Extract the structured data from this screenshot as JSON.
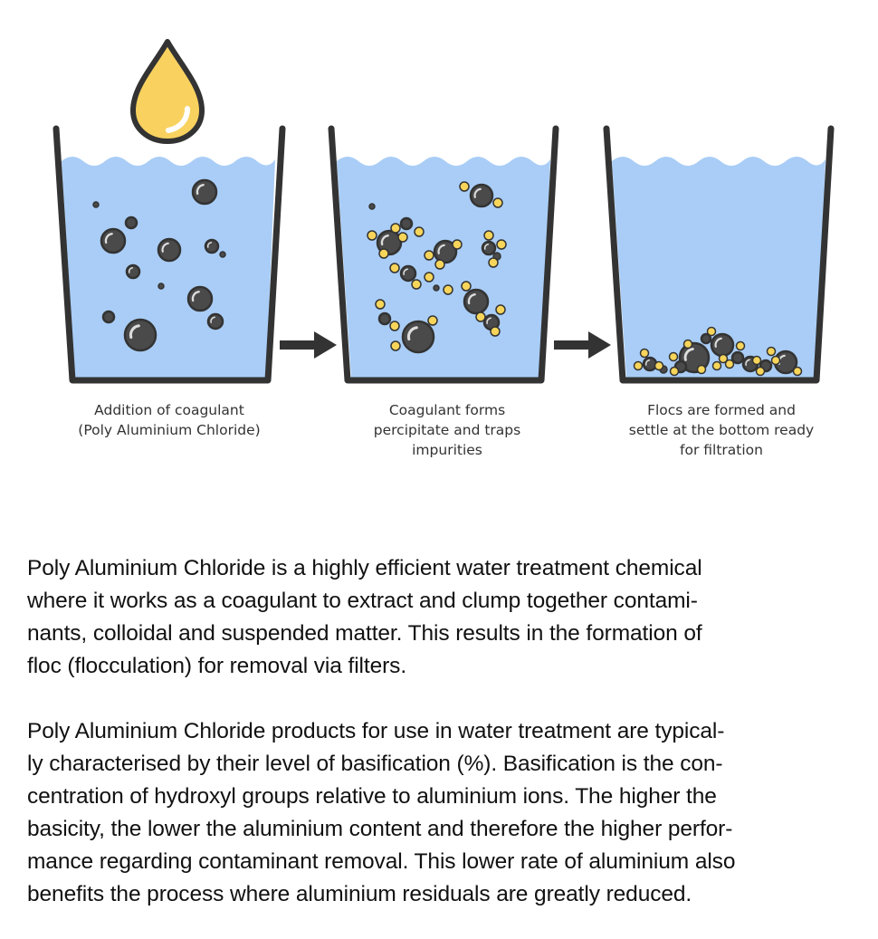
{
  "colors": {
    "water": "#a9cdf6",
    "water_surface": "#9fc6f2",
    "beaker_outline": "#333333",
    "particle_fill": "#4a4a4a",
    "particle_highlight": "#dddddd",
    "coagulant": "#f7d55a",
    "droplet": "#f8d15f",
    "arrow": "#333333"
  },
  "icons": {
    "droplet": "coagulant-droplet-icon",
    "arrow": "right-arrow-icon"
  },
  "stages": [
    {
      "caption": [
        "Addition of coagulant",
        "(Poly Aluminium Chloride)"
      ]
    },
    {
      "caption": [
        "Coagulant forms",
        "percipitate and traps",
        "impurities"
      ]
    },
    {
      "caption": [
        "Flocs are formed and",
        "settle at the bottom ready",
        "for filtration"
      ]
    }
  ],
  "paragraphs": [
    [
      "Poly Aluminium Chloride is a highly efficient water treatment chemical",
      "where it works as a coagulant to extract and clump together contami-",
      "nants, colloidal and suspended matter. This results in the formation of",
      "floc (flocculation) for removal via filters."
    ],
    [
      "Poly Aluminium Chloride products for use in water treatment are typical-",
      "ly characterised by their level of basification (%). Basification is the con-",
      "centration of hydroxyl groups relative to aluminium ions. The higher the",
      "basicity, the lower the aluminium content and therefore the higher perfor-",
      "mance regarding contaminant removal. This lower rate of aluminium also",
      "benefits the process where aluminium residuals are greatly reduced."
    ]
  ]
}
